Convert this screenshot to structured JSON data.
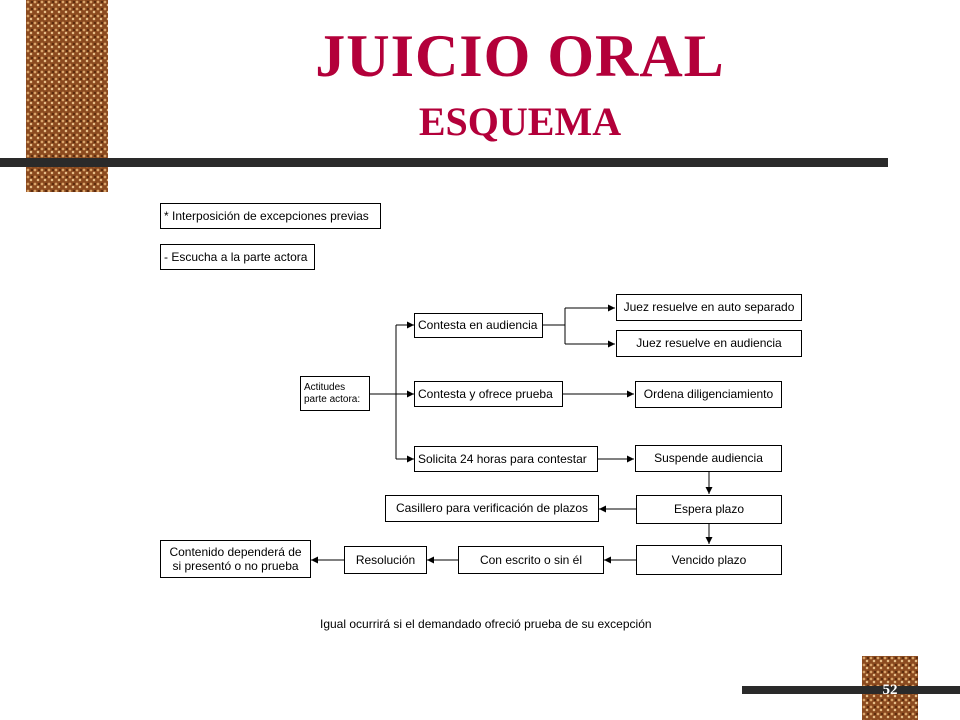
{
  "slide": {
    "title": "JUICIO ORAL",
    "subtitle": "ESQUEMA",
    "page_number": "52",
    "colors": {
      "title": "#b3003a",
      "accent_block": "#8b4a1f",
      "rule": "#2a2a2a"
    }
  },
  "diagram": {
    "intro_1": "* Interposición de excepciones previas",
    "intro_2": "- Escucha a la parte actora",
    "actitudes": "Actitudes parte actora:",
    "contesta_audiencia": "Contesta en audiencia",
    "juez_auto": "Juez resuelve en auto separado",
    "juez_audiencia": "Juez resuelve en audiencia",
    "contesta_prueba": "Contesta y ofrece prueba",
    "ordena": "Ordena diligenciamiento",
    "solicita": "Solicita 24 horas para contestar",
    "suspende": "Suspende audiencia",
    "espera": "Espera plazo",
    "casillero": "Casillero para verificación de plazos",
    "vencido": "Vencido plazo",
    "escrito": "Con escrito o sin él",
    "resolucion": "Resolución",
    "contenido": "Contenido dependerá de si presentó o no prueba"
  },
  "footnote": "Igual ocurrirá si el demandado ofreció prueba de su excepción"
}
